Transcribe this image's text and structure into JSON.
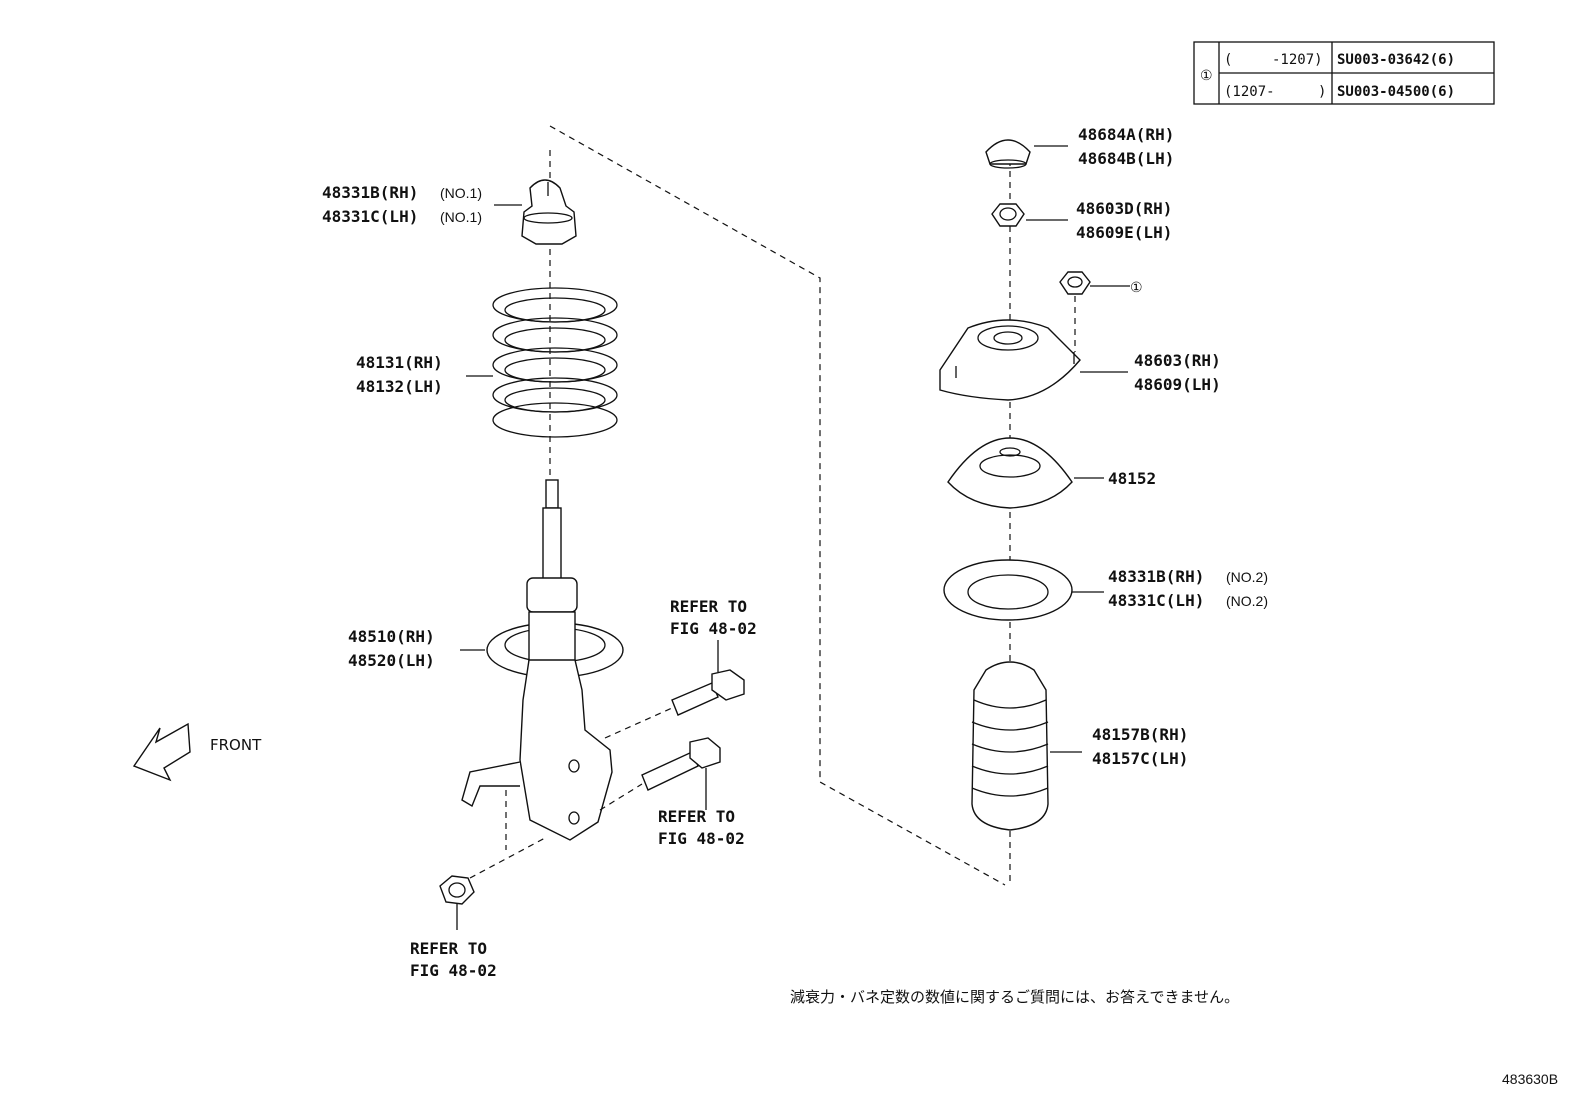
{
  "table": {
    "marker": "①",
    "rows": [
      {
        "range_open": "(",
        "range_close": "-1207)",
        "part": "SU003-03642(6)"
      },
      {
        "range_open": "(1207-",
        "range_close": ")",
        "part": "SU003-04500(6)"
      }
    ]
  },
  "labels": {
    "bumper_top": {
      "rh": "48331B(RH)",
      "lh": "48331C(LH)",
      "rh_note": "(NO.1)",
      "lh_note": "(NO.1)"
    },
    "spring": {
      "rh": "48131(RH)",
      "lh": "48132(LH)"
    },
    "strut": {
      "rh": "48510(RH)",
      "lh": "48520(LH)"
    },
    "cap": {
      "rh": "48684A(RH)",
      "lh": "48684B(LH)"
    },
    "nut": {
      "rh": "48603D(RH)",
      "lh": "48609E(LH)"
    },
    "nut_marker": "①",
    "mount": {
      "rh": "48603(RH)",
      "lh": "48609(LH)"
    },
    "upper_seat": "48152",
    "insulator": {
      "rh": "48331B(RH)",
      "lh": "48331C(LH)",
      "rh_note": "(NO.2)",
      "lh_note": "(NO.2)"
    },
    "boot": {
      "rh": "48157B(RH)",
      "lh": "48157C(LH)"
    },
    "refer_1": {
      "line1": "REFER TO",
      "line2": "FIG 48-02"
    },
    "refer_2": {
      "line1": "REFER TO",
      "line2": "FIG 48-02"
    },
    "refer_3": {
      "line1": "REFER TO",
      "line2": "FIG 48-02"
    },
    "front": "FRONT"
  },
  "note": "減衰力・バネ定数の数値に関するご質問には、お答えできません。",
  "figure_id": "483630B"
}
